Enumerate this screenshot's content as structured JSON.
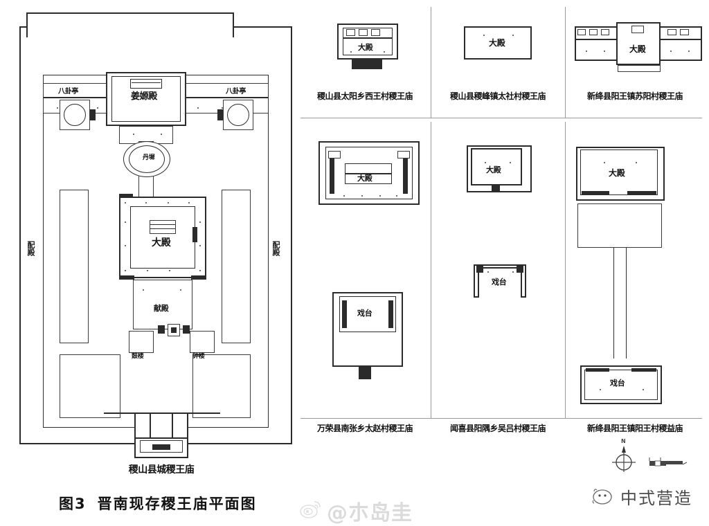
{
  "figure": {
    "number": "图3",
    "title": "晋南现存稷王庙平面图"
  },
  "main_plan": {
    "caption": "稷山县城稷王庙",
    "labels": {
      "jiang_yuan_hall": "姜嫄殿",
      "bagua_pavilion_left": "八卦亭",
      "bagua_pavilion_right": "八卦亭",
      "dan_chi": "丹墀",
      "main_hall": "大殿",
      "offering_hall": "献殿",
      "drum_tower": "鼓楼",
      "bell_tower": "钟楼",
      "side_hall_left": "配殿",
      "side_hall_right": "配殿"
    }
  },
  "small_plans": [
    {
      "id": "jishan-taiyang-xiwang",
      "caption": "稷山县太阳乡西王村稷王庙",
      "labels": [
        "大殿"
      ],
      "row": 1,
      "col": 1
    },
    {
      "id": "jishan-jiafeng-taishe",
      "caption": "稷山县稷峰镇太社村稷王庙",
      "labels": [
        "大殿"
      ],
      "row": 1,
      "col": 2
    },
    {
      "id": "xinjiang-yangwang-suyang",
      "caption": "新绛县阳王镇苏阳村稷王庙",
      "labels": [
        "大殿"
      ],
      "row": 1,
      "col": 3
    },
    {
      "id": "wanrong-nanzhang-taizhao",
      "caption": "万荣县南张乡太赵村稷王庙",
      "labels": [
        "大殿",
        "戏台"
      ],
      "row": 2,
      "col": 1
    },
    {
      "id": "wenxi-yangyu-wulv",
      "caption": "闻喜县阳隅乡吴吕村稷王庙",
      "labels": [
        "大殿",
        "戏台"
      ],
      "row": 2,
      "col": 2
    },
    {
      "id": "xinjiang-yangwang-yangwang",
      "caption": "新绛县阳王镇阳王村稷益庙",
      "labels": [
        "大殿",
        "戏台"
      ],
      "row": 2,
      "col": 3
    }
  ],
  "compass": {
    "north_label": "N"
  },
  "scale_bar": {
    "label": ""
  },
  "watermarks": {
    "weibo_handle": "@朩岛圭",
    "brand_name": "中式营造"
  },
  "colors": {
    "ink": "#2b2b2b",
    "paper": "#ffffff",
    "grid": "#9a9a9a",
    "watermark": "#8a8a8a"
  }
}
